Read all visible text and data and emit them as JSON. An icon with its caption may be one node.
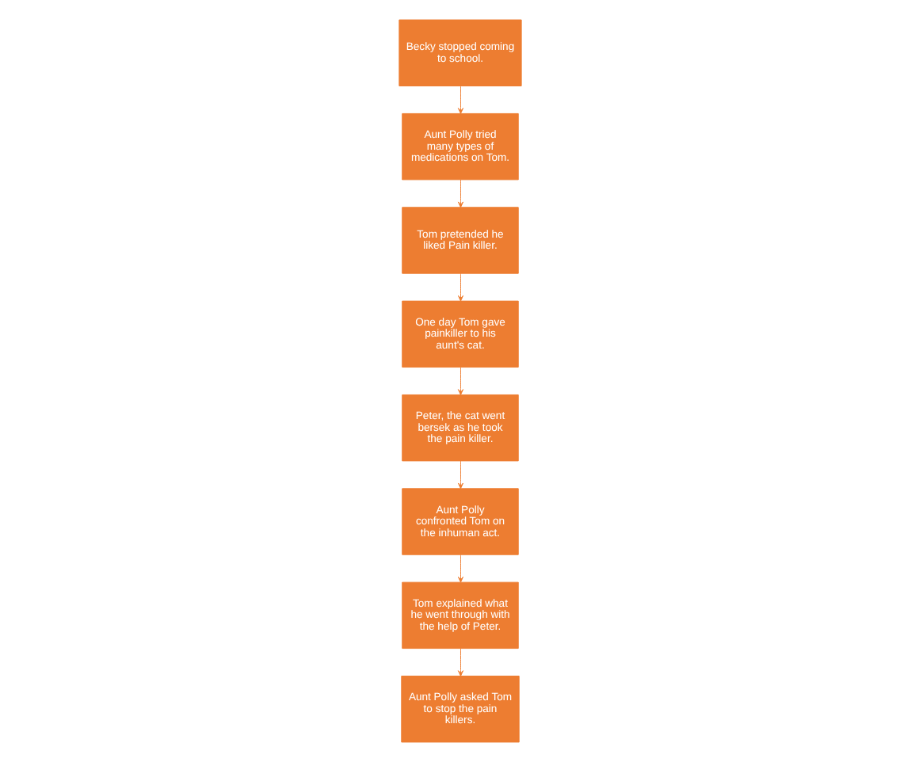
{
  "diagram": {
    "nodes": [
      {
        "text": [
          "Becky stopped coming to school."
        ]
      },
      {
        "text": [
          "Aunt Polly tried many types of medications on Tom."
        ]
      },
      {
        "text": [
          "Tom pretended he liked Pain killer."
        ]
      },
      {
        "text": [
          "One day Tom gave painkiller to his aunt's cat."
        ]
      },
      {
        "text": [
          "Peter, the cat went bersek as he took the pain killer."
        ]
      },
      {
        "text": [
          "Aunt Polly confronted Tom on the inhuman act."
        ]
      },
      {
        "text": [
          "Tom explained what he went through with the help of Peter."
        ]
      },
      {
        "text": [
          "Aunt Polly asked Tom to stop the pain killers."
        ]
      }
    ],
    "edges": [
      {
        "from": 0,
        "to": 1,
        "arrow": "to"
      },
      {
        "from": 1,
        "to": 2,
        "arrow": "to"
      },
      {
        "from": 2,
        "to": 3,
        "arrow": "to"
      },
      {
        "from": 3,
        "to": 4,
        "arrow": "to"
      },
      {
        "from": 4,
        "to": 5,
        "arrow": "to"
      },
      {
        "from": 5,
        "to": 6,
        "arrow": "to"
      },
      {
        "from": 6,
        "to": 7,
        "arrow": "to"
      }
    ]
  }
}
